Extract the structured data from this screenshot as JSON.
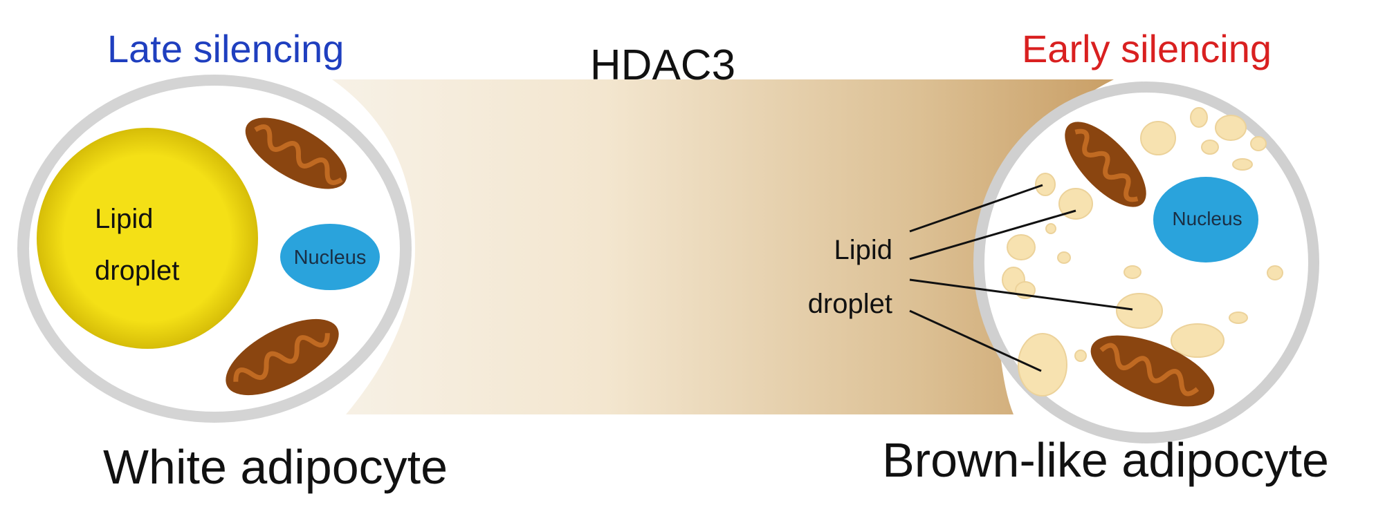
{
  "header": {
    "left_label": "Late silencing",
    "center_label": "HDAC3",
    "right_label": "Early silencing"
  },
  "white_cell": {
    "lipid_line1": "Lipid",
    "lipid_line2": "droplet",
    "nucleus": "Nucleus",
    "caption": "White adipocyte"
  },
  "brown_cell": {
    "lipid_line1": "Lipid",
    "lipid_line2": "droplet",
    "nucleus": "Nucleus",
    "caption": "Brown-like adipocyte"
  },
  "colors": {
    "late_label": "#1f3fbf",
    "early_label": "#d92020",
    "lipid_large": "#f1dc12",
    "nucleus": "#2aa3dc",
    "mitochondria": "#8a4510",
    "small_lipid": "#f7e2b0",
    "band_light": "#f6efe4",
    "band_dark": "#cda46c"
  }
}
